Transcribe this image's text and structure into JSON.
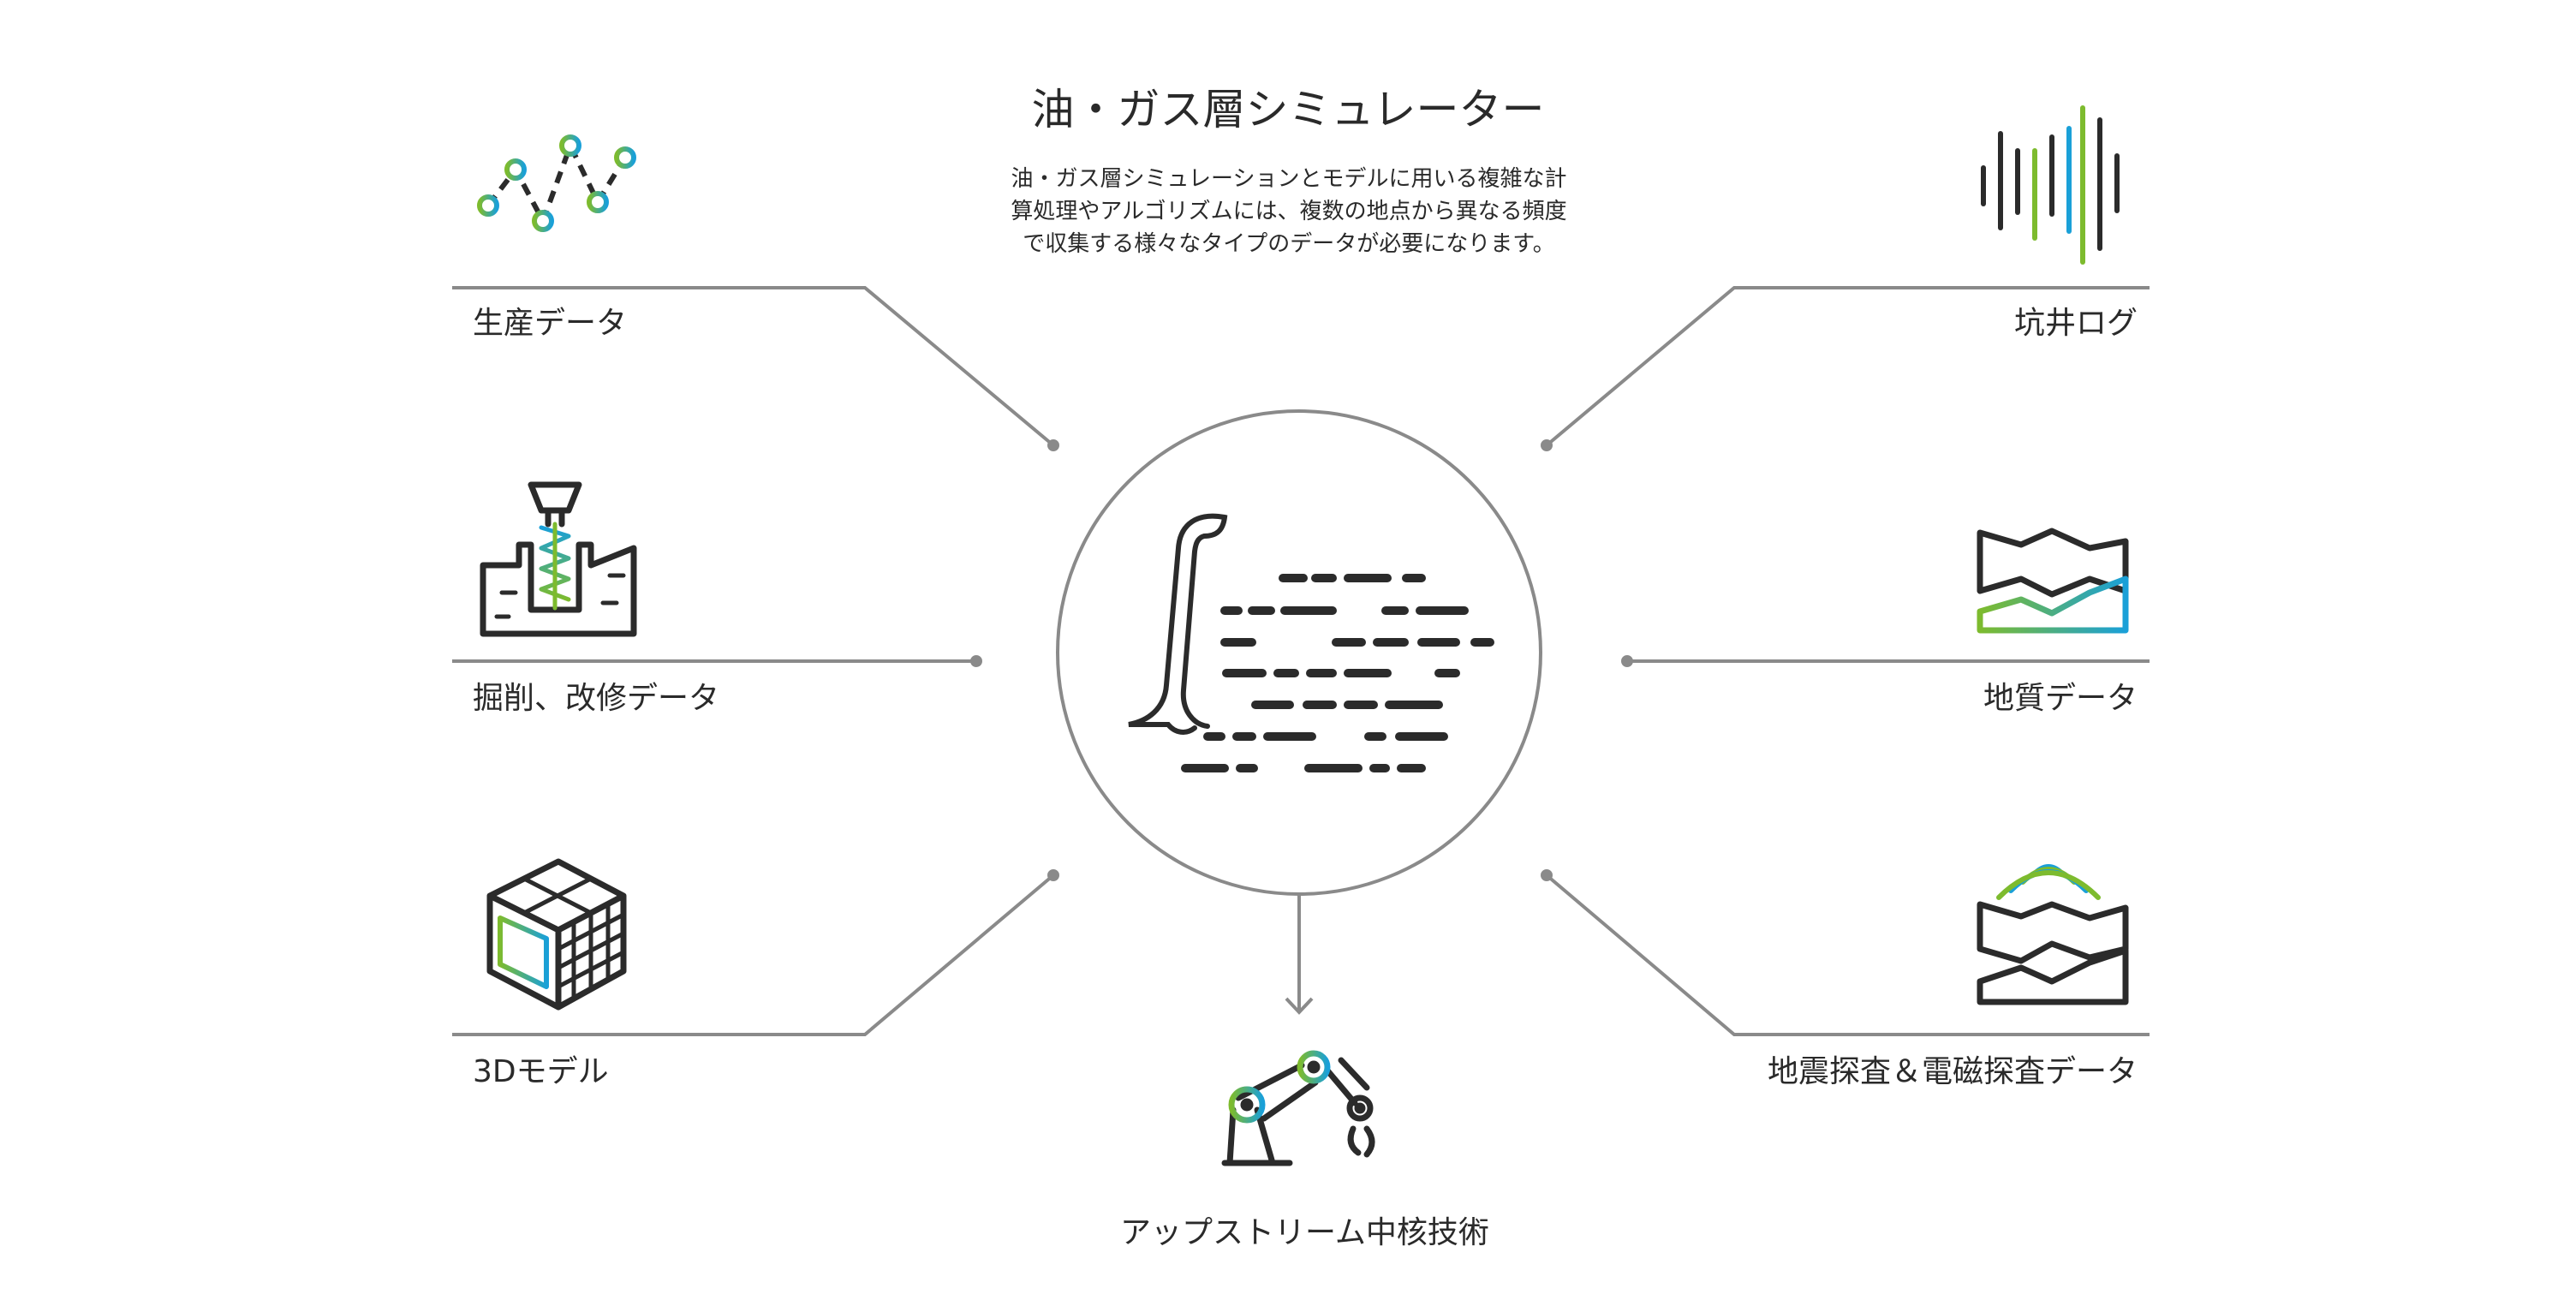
{
  "title": "油・ガス層シミュレーター",
  "description": [
    "油・ガス層シミュレーションとモデルに用いる複雑な計",
    "算処理やアルゴリズムには、複数の地点から異なる頻度",
    "で収集する様々なタイプのデータが必要になります。"
  ],
  "nodes": {
    "production": "生産データ",
    "drilling": "掘削、改修データ",
    "model3d": "3Dモデル",
    "welllog": "坑井ログ",
    "geology": "地質データ",
    "seismic": "地震探査＆電磁探査データ",
    "upstream": "アップストリーム中核技術"
  },
  "colors": {
    "dark": "#2b2b2b",
    "line": "#8a8a8a",
    "green": "#7dbb2e",
    "blue": "#1aa0d8"
  }
}
